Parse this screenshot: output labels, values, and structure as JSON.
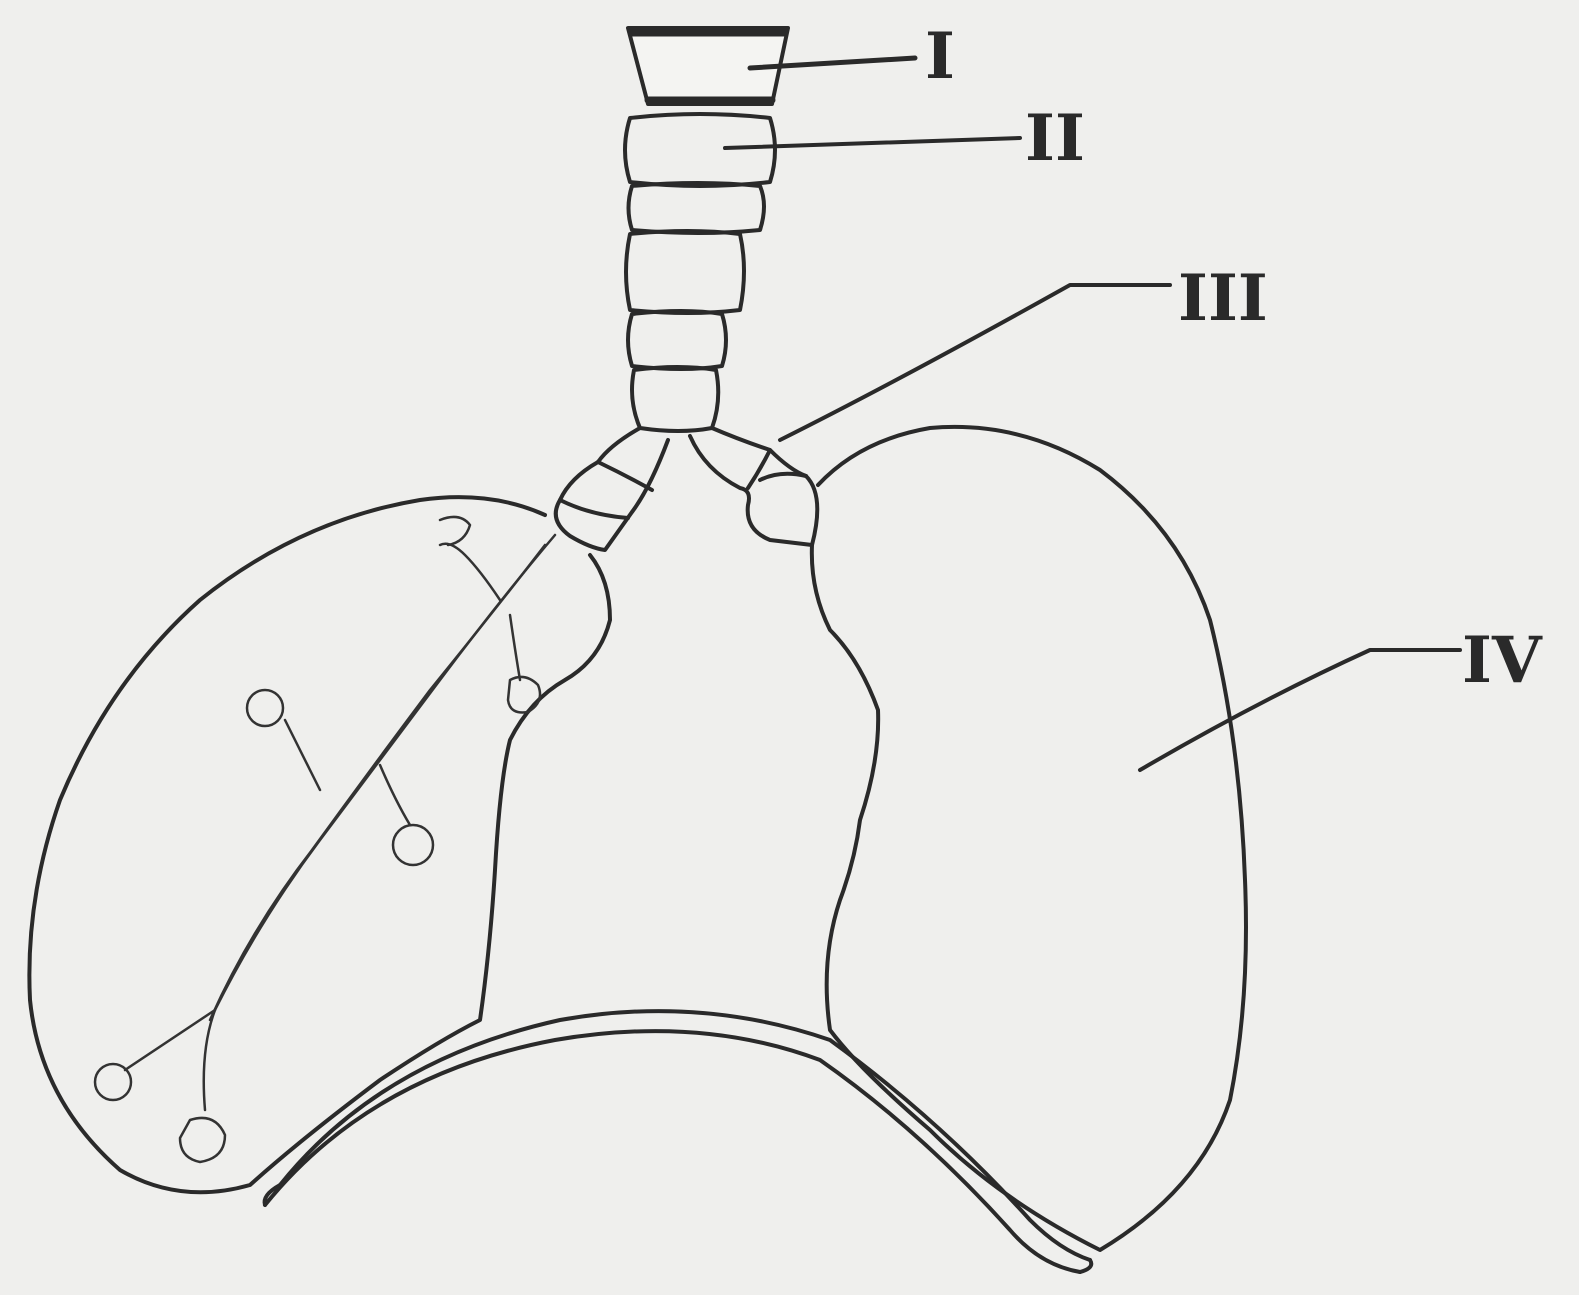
{
  "labels": {
    "i": "I",
    "ii": "II",
    "iii": "III",
    "iv": "IV"
  },
  "colors": {
    "background": "#efefed",
    "ink": "#2a2a2a"
  }
}
